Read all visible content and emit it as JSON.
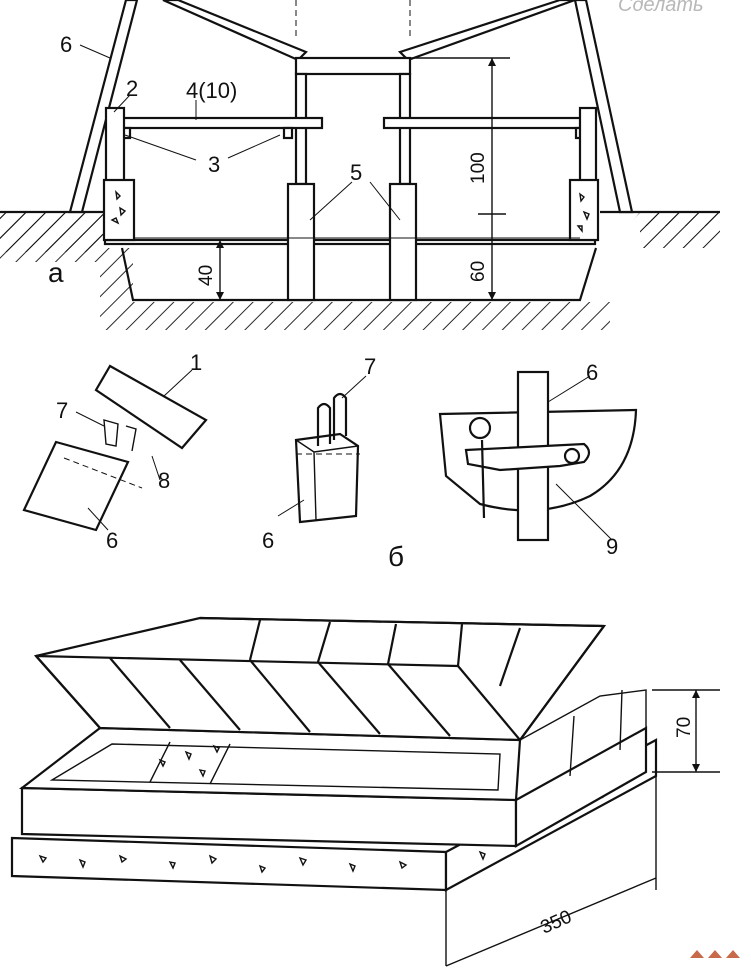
{
  "watermark": "Сделать",
  "section_a": {
    "letter": "а",
    "callouts": [
      "6",
      "2",
      "4(10)",
      "3",
      "5"
    ],
    "dims": [
      "100",
      "40",
      "60"
    ]
  },
  "section_b": {
    "letter": "б",
    "detail1": [
      "1",
      "7",
      "8",
      "6"
    ],
    "detail2": [
      "7",
      "6"
    ],
    "detail3": [
      "6",
      "9"
    ]
  },
  "section_c": {
    "dims": [
      "70",
      "350"
    ]
  }
}
